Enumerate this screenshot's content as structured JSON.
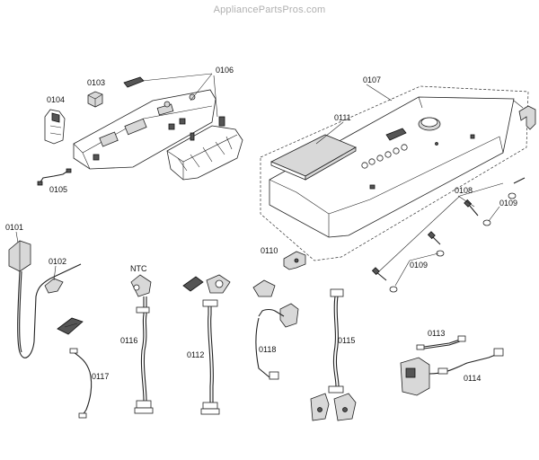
{
  "watermark": "AppliancePartsPros.com",
  "parts": {
    "p0101": "0101",
    "p0102": "0102",
    "p0103": "0103",
    "p0104": "0104",
    "p0105": "0105",
    "p0106": "0106",
    "p0107": "0107",
    "p0108": "0108",
    "p0109a": "0109",
    "p0109b": "0109",
    "p0110": "0110",
    "p0111": "0111",
    "p0112": "0112",
    "p0113": "0113",
    "p0114": "0114",
    "p0115": "0115",
    "p0116": "0116",
    "p0117": "0117",
    "p0118": "0118",
    "ntc": "NTC"
  }
}
